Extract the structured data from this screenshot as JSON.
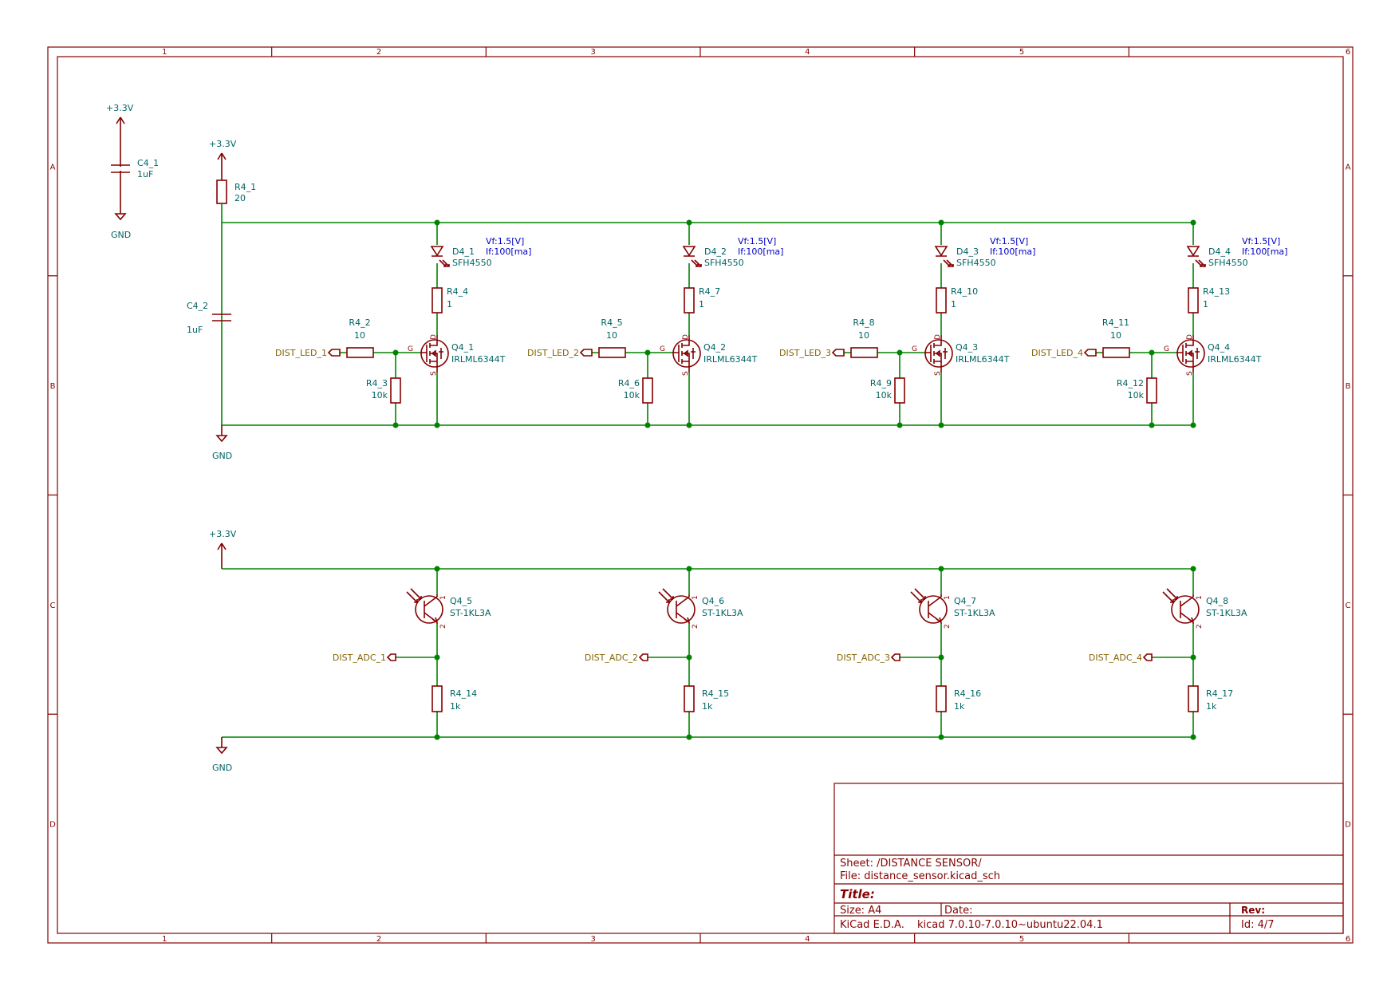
{
  "border": {
    "columns": [
      "1",
      "2",
      "3",
      "4",
      "5",
      "6"
    ],
    "rows": [
      "A",
      "B",
      "C",
      "D"
    ]
  },
  "power": {
    "vcc": "+3.3V",
    "gnd": "GND"
  },
  "decoupling": {
    "c4_1": {
      "ref": "C4_1",
      "value": "1uF"
    },
    "c4_2": {
      "ref": "C4_2",
      "value": "1uF"
    },
    "r4_1": {
      "ref": "R4_1",
      "value": "20"
    }
  },
  "led_channels": [
    {
      "diode_ref": "D4_1",
      "diode_value": "SFH4550",
      "vf": "Vf:1.5[V]",
      "if": "If:100[ma]",
      "r_series_ref": "R4_4",
      "r_series_value": "1",
      "r_gate_ref": "R4_2",
      "r_gate_value": "10",
      "r_pd_ref": "R4_3",
      "r_pd_value": "10k",
      "fet_ref": "Q4_1",
      "fet_value": "IRLML6344T",
      "label": "DIST_LED_1"
    },
    {
      "diode_ref": "D4_2",
      "diode_value": "SFH4550",
      "vf": "Vf:1.5[V]",
      "if": "If:100[ma]",
      "r_series_ref": "R4_7",
      "r_series_value": "1",
      "r_gate_ref": "R4_5",
      "r_gate_value": "10",
      "r_pd_ref": "R4_6",
      "r_pd_value": "10k",
      "fet_ref": "Q4_2",
      "fet_value": "IRLML6344T",
      "label": "DIST_LED_2"
    },
    {
      "diode_ref": "D4_3",
      "diode_value": "SFH4550",
      "vf": "Vf:1.5[V]",
      "if": "If:100[ma]",
      "r_series_ref": "R4_10",
      "r_series_value": "1",
      "r_gate_ref": "R4_8",
      "r_gate_value": "10",
      "r_pd_ref": "R4_9",
      "r_pd_value": "10k",
      "fet_ref": "Q4_3",
      "fet_value": "IRLML6344T",
      "label": "DIST_LED_3"
    },
    {
      "diode_ref": "D4_4",
      "diode_value": "SFH4550",
      "vf": "Vf:1.5[V]",
      "if": "If:100[ma]",
      "r_series_ref": "R4_13",
      "r_series_value": "1",
      "r_gate_ref": "R4_11",
      "r_gate_value": "10",
      "r_pd_ref": "R4_12",
      "r_pd_value": "10k",
      "fet_ref": "Q4_4",
      "fet_value": "IRLML6344T",
      "label": "DIST_LED_4"
    }
  ],
  "fet_pins": {
    "g": "G",
    "d": "D",
    "s": "S"
  },
  "photo_channels": [
    {
      "q_ref": "Q4_5",
      "q_value": "ST-1KL3A",
      "r_ref": "R4_14",
      "r_value": "1k",
      "label": "DIST_ADC_1"
    },
    {
      "q_ref": "Q4_6",
      "q_value": "ST-1KL3A",
      "r_ref": "R4_15",
      "r_value": "1k",
      "label": "DIST_ADC_2"
    },
    {
      "q_ref": "Q4_7",
      "q_value": "ST-1KL3A",
      "r_ref": "R4_16",
      "r_value": "1k",
      "label": "DIST_ADC_3"
    },
    {
      "q_ref": "Q4_8",
      "q_value": "ST-1KL3A",
      "r_ref": "R4_17",
      "r_value": "1k",
      "label": "DIST_ADC_4"
    }
  ],
  "photo_pins": {
    "c": "1",
    "e": "2"
  },
  "title_block": {
    "sheet": "Sheet: /DISTANCE SENSOR/",
    "file": "File: distance_sensor.kicad_sch",
    "title": "Title:",
    "size": "Size: A4",
    "date": "Date:",
    "rev": "Rev:",
    "kicad": "KiCad E.D.A.",
    "version": "kicad 7.0.10-7.0.10~ubuntu22.04.1",
    "id": "Id: 4/7"
  }
}
